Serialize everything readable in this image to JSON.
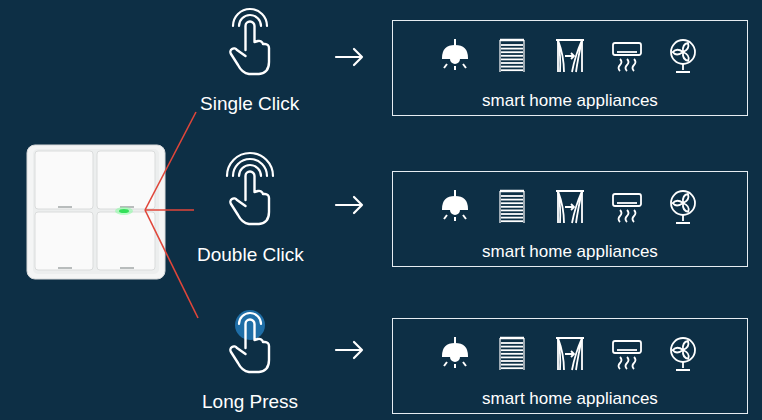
{
  "diagram": {
    "nodes": [
      {
        "text": [
          "smart home appliances"
        ]
      },
      {
        "text": [
          "smart home appliances"
        ]
      },
      {
        "text": [
          "smart home appliances"
        ]
      }
    ],
    "labels": [
      "Single Click",
      "Double Click",
      "Long Press"
    ]
  }
}
